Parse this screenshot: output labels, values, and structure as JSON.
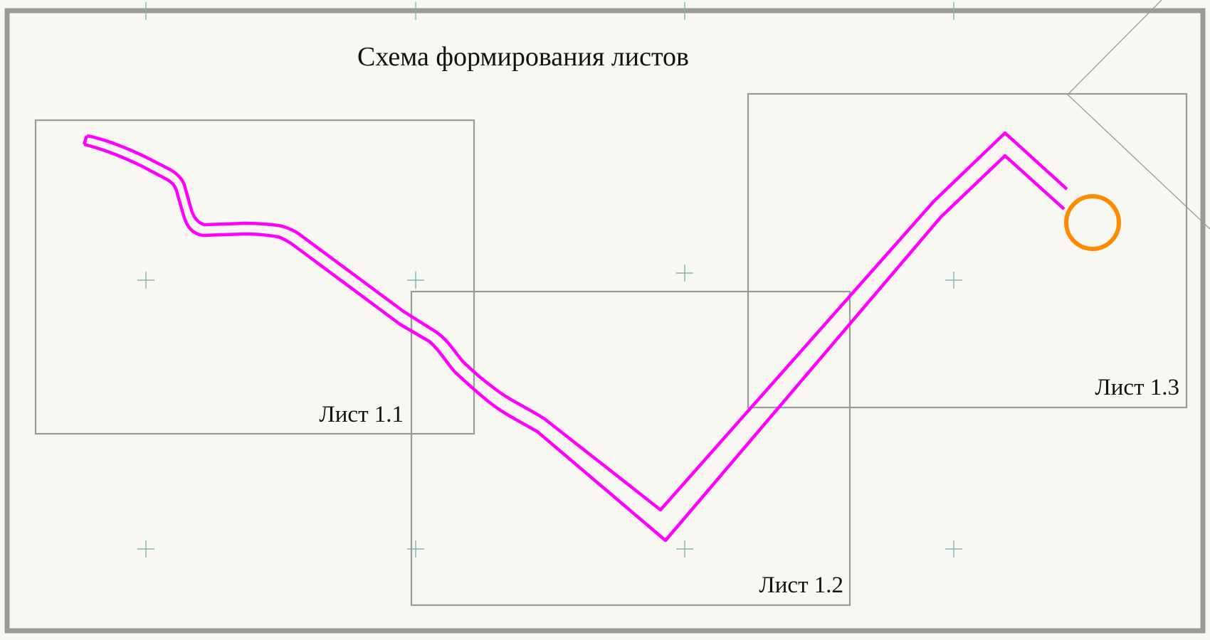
{
  "diagram": {
    "title": "Схема формирования листов",
    "sheets": [
      {
        "id": "sheet-1-1",
        "label": "Лист 1.1"
      },
      {
        "id": "sheet-1-2",
        "label": "Лист 1.2"
      },
      {
        "id": "sheet-1-3",
        "label": "Лист 1.3"
      }
    ],
    "colors": {
      "background": "#f8f7f2",
      "outer_border": "#9a9a9a",
      "sheet_frame": "#9a9a9a",
      "route": "#ff00ff",
      "end_marker": "#ff8a00",
      "grid_cross": "#7fb6b3"
    }
  }
}
